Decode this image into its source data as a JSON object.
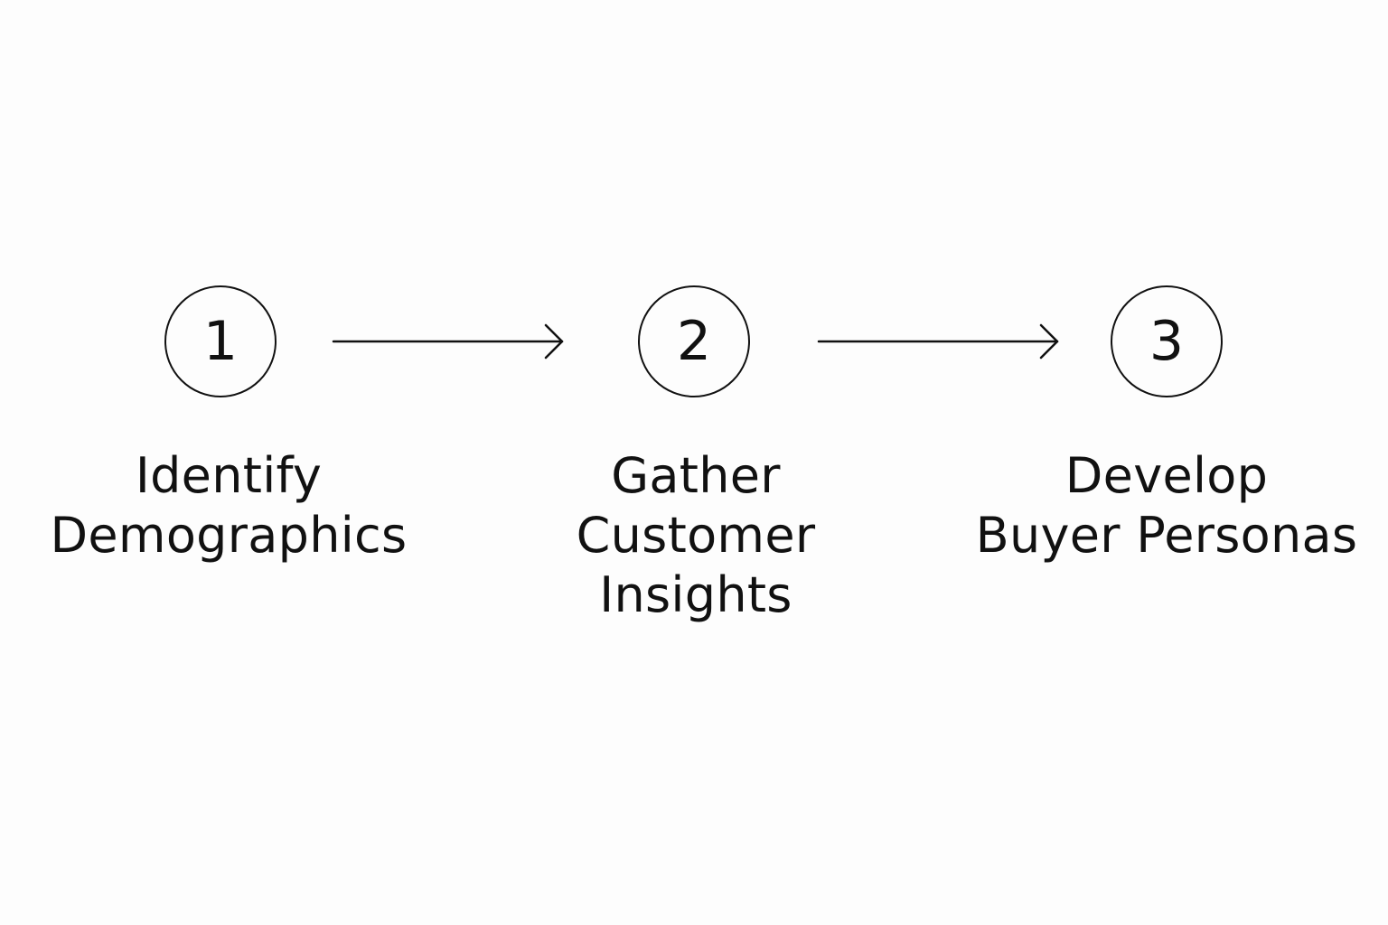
{
  "diagram": {
    "steps": [
      {
        "number": "1",
        "label_lines": [
          "Identify",
          "Demographics"
        ]
      },
      {
        "number": "2",
        "label_lines": [
          "Gather",
          "Customer",
          "Insights"
        ]
      },
      {
        "number": "3",
        "label_lines": [
          "Develop",
          "Buyer Personas"
        ]
      }
    ],
    "colors": {
      "background": "#fdfdfd",
      "stroke": "#111111",
      "text": "#111111"
    },
    "icons": {
      "connector": "arrow-right-icon"
    }
  }
}
